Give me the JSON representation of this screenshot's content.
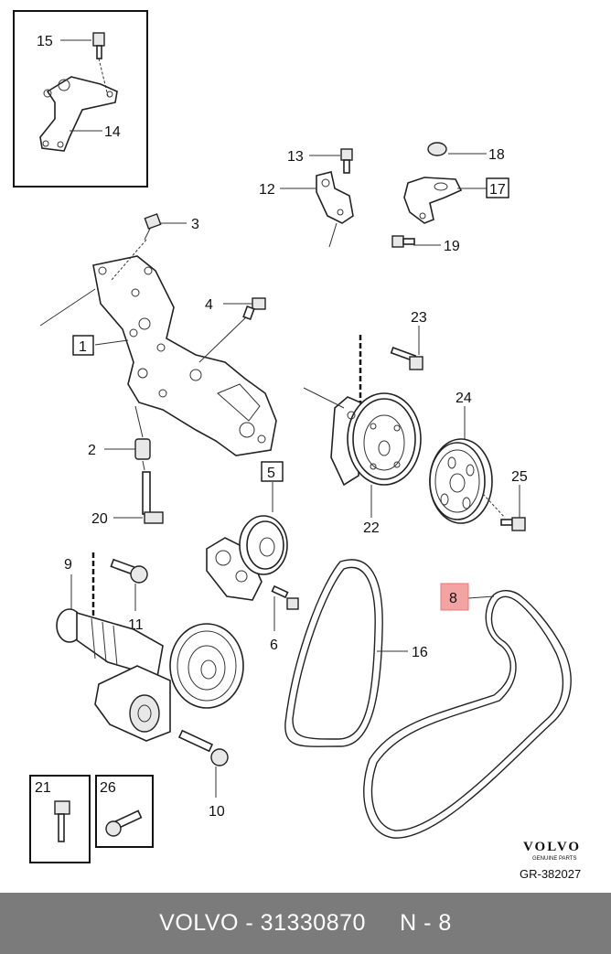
{
  "callouts": {
    "c1": "1",
    "c2": "2",
    "c3": "3",
    "c4": "4",
    "c5": "5",
    "c6": "6",
    "c8": "8",
    "c9": "9",
    "c10": "10",
    "c11": "11",
    "c12": "12",
    "c13": "13",
    "c14": "14",
    "c15": "15",
    "c16": "16",
    "c17": "17",
    "c18": "18",
    "c19": "19",
    "c20": "20",
    "c21": "21",
    "c22": "22",
    "c23": "23",
    "c24": "24",
    "c25": "25",
    "c26": "26"
  },
  "highlight_color": "#f4a3a3",
  "brand": {
    "logo_text": "VOLVO",
    "logo_subtext": "GENUINE PARTS",
    "figure_ref": "GR-382027"
  },
  "footer": {
    "brand": "VOLVO",
    "sep": " - ",
    "part_number": "31330870",
    "gap": "     ",
    "position": "N - 8"
  }
}
